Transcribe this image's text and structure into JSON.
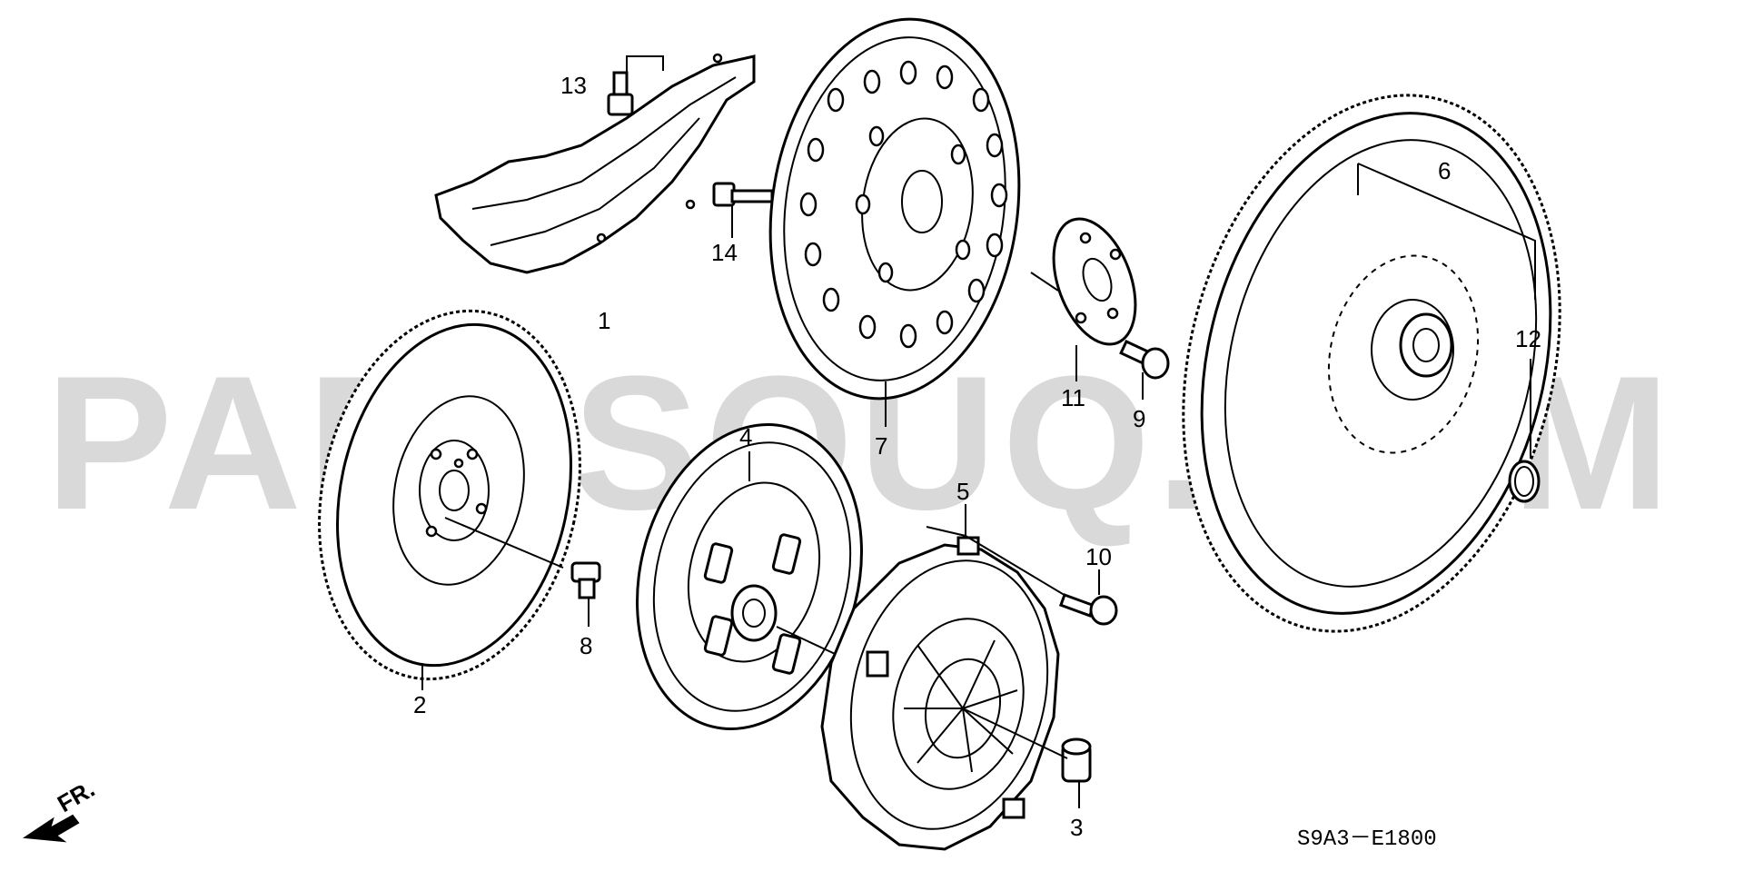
{
  "watermark": "PARTSOUQ.COM",
  "diagram_code": "S9A3－E1800",
  "direction_label": "FR.",
  "callouts": [
    {
      "id": "1",
      "text": "1"
    },
    {
      "id": "2",
      "text": "2"
    },
    {
      "id": "3",
      "text": "3"
    },
    {
      "id": "4",
      "text": "4"
    },
    {
      "id": "5",
      "text": "5"
    },
    {
      "id": "6",
      "text": "6"
    },
    {
      "id": "7",
      "text": "7"
    },
    {
      "id": "8",
      "text": "8"
    },
    {
      "id": "9",
      "text": "9"
    },
    {
      "id": "10",
      "text": "10"
    },
    {
      "id": "11",
      "text": "11"
    },
    {
      "id": "12",
      "text": "12"
    },
    {
      "id": "13",
      "text": "13"
    },
    {
      "id": "14",
      "text": "14"
    }
  ]
}
